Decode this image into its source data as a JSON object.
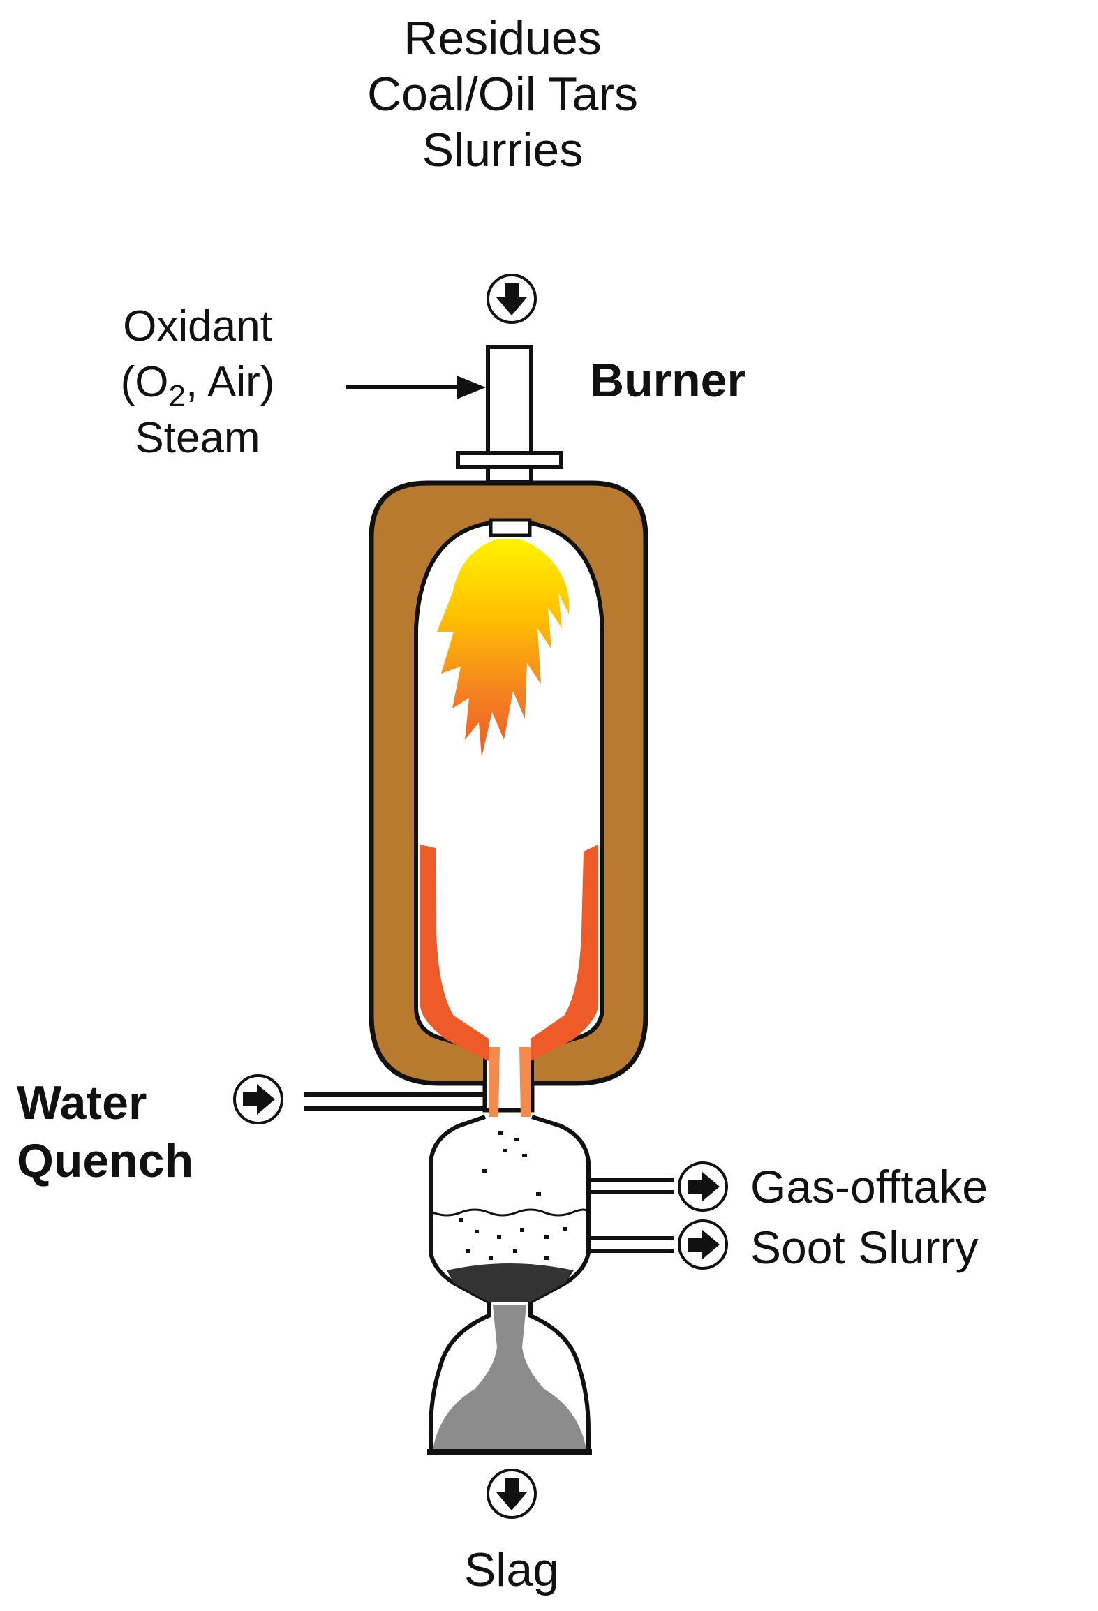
{
  "feed": {
    "line1": "Residues",
    "line2": "Coal/Oil Tars",
    "line3": "Slurries"
  },
  "oxidant": {
    "line1": "Oxidant",
    "line2_prefix": "(O",
    "line2_sub": "2",
    "line2_suffix": ", Air)",
    "line3": "Steam"
  },
  "burner_label": "Burner",
  "water_quench": {
    "line1": "Water",
    "line2": "Quench"
  },
  "outlets": {
    "gas": "Gas-offtake",
    "soot": "Soot Slurry",
    "slag": "Slag"
  },
  "icons": {
    "down_arrow": "down-arrow-circle-icon",
    "right_arrow": "right-arrow-circle-icon"
  },
  "colors": {
    "refractory": "#B87A2E",
    "flame_yellow": "#FFE100",
    "flame_orange": "#F39A1E",
    "flame_red": "#EE5A28",
    "slag_gray": "#8C8C8C",
    "outline": "#111111"
  }
}
